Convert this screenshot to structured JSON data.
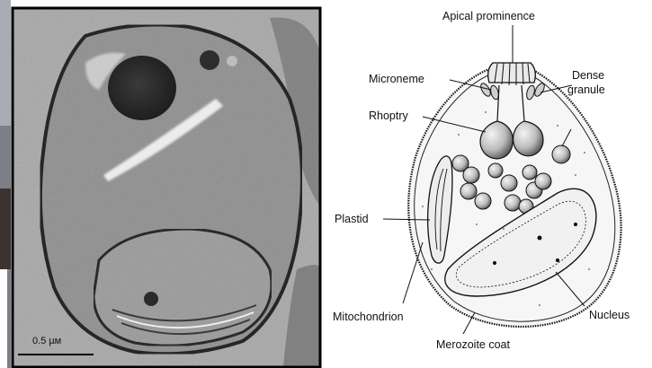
{
  "micrograph": {
    "scale_bar_label": "0.5 µм"
  },
  "diagram": {
    "labels": {
      "apical_prominence": "Apical prominence",
      "microneme": "Microneme",
      "dense_granule_line1": "Dense",
      "dense_granule_line2": "granule",
      "rhoptry": "Rhoptry",
      "plastid": "Plastid",
      "mitochondrion": "Mitochondrion",
      "merozoite_coat": "Merozoite coat",
      "nucleus": "Nucleus"
    }
  },
  "colors": {
    "background": "#ffffff",
    "ink": "#111111",
    "micrograph_tone": "#9b9b9b",
    "frame": "#000000"
  }
}
